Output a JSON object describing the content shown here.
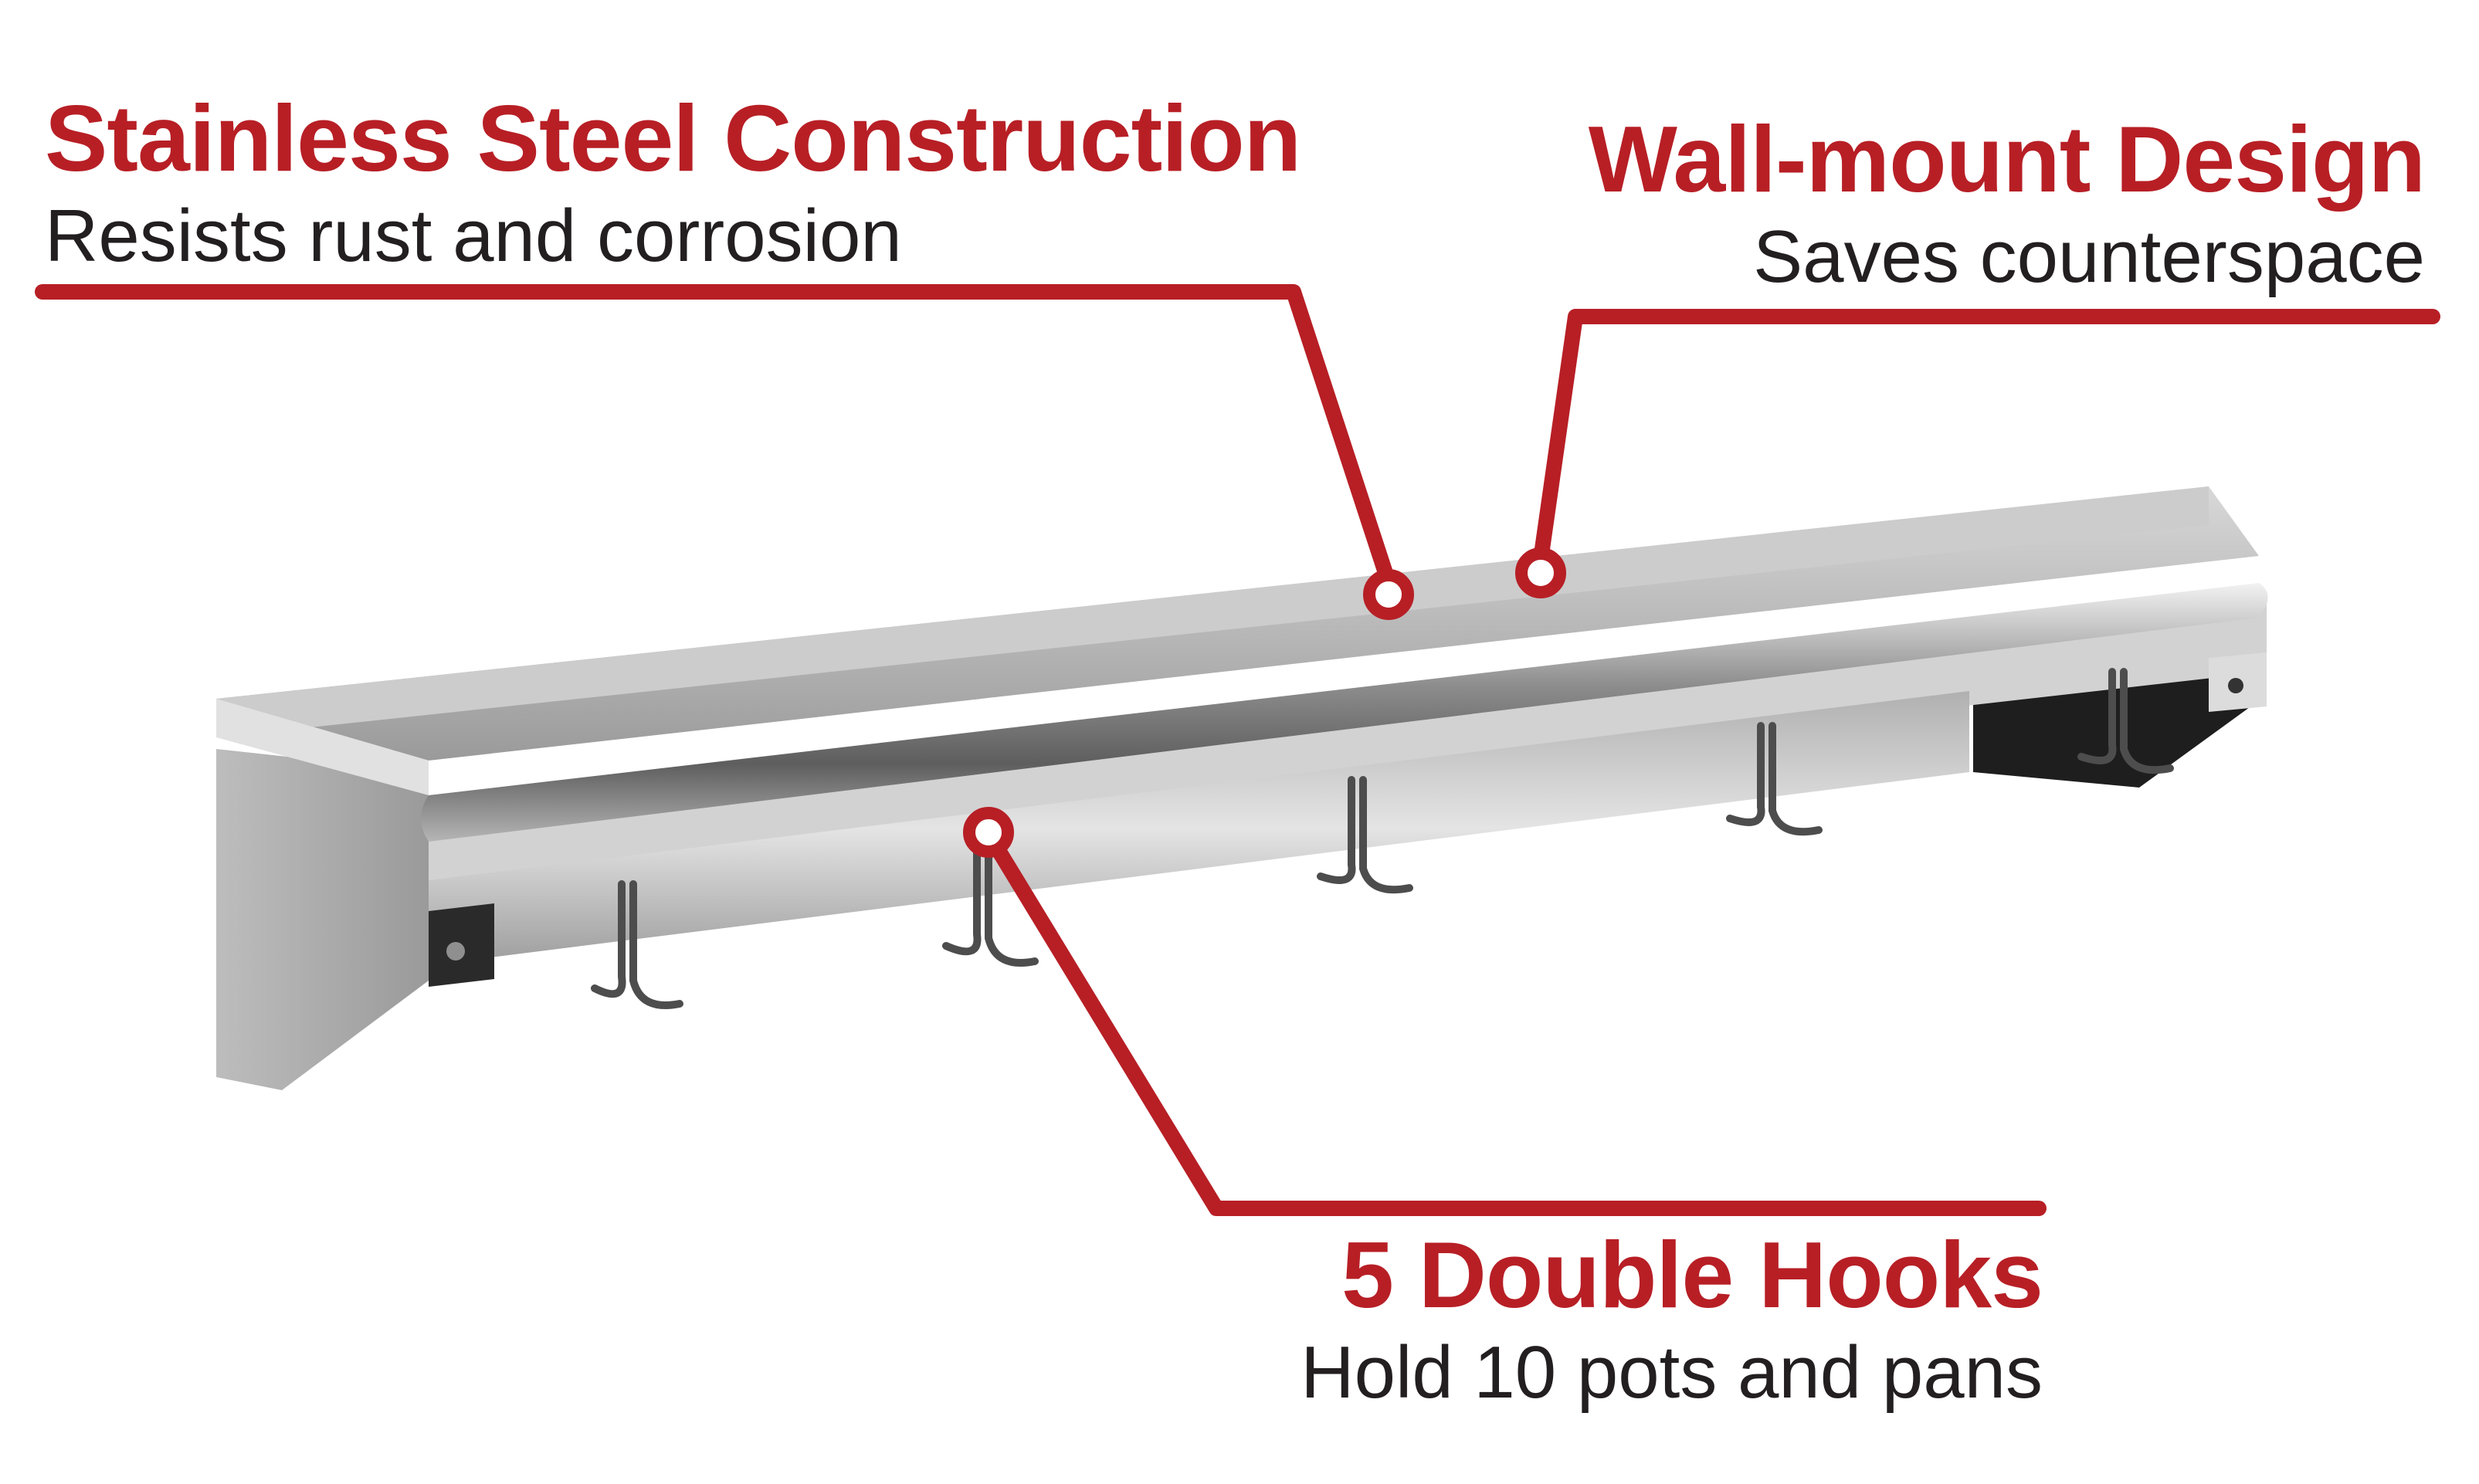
{
  "callouts": {
    "construction": {
      "title": "Stainless Steel Construction",
      "subtitle": "Resists rust and corrosion"
    },
    "mount": {
      "title": "Wall-mount Design",
      "subtitle": "Saves counterspace"
    },
    "hooks": {
      "title": "5 Double Hooks",
      "subtitle": "Hold 10 pots and pans"
    }
  },
  "colors": {
    "accent": "#b71f25",
    "text": "#231f20",
    "steel": "#c9c9c9"
  }
}
